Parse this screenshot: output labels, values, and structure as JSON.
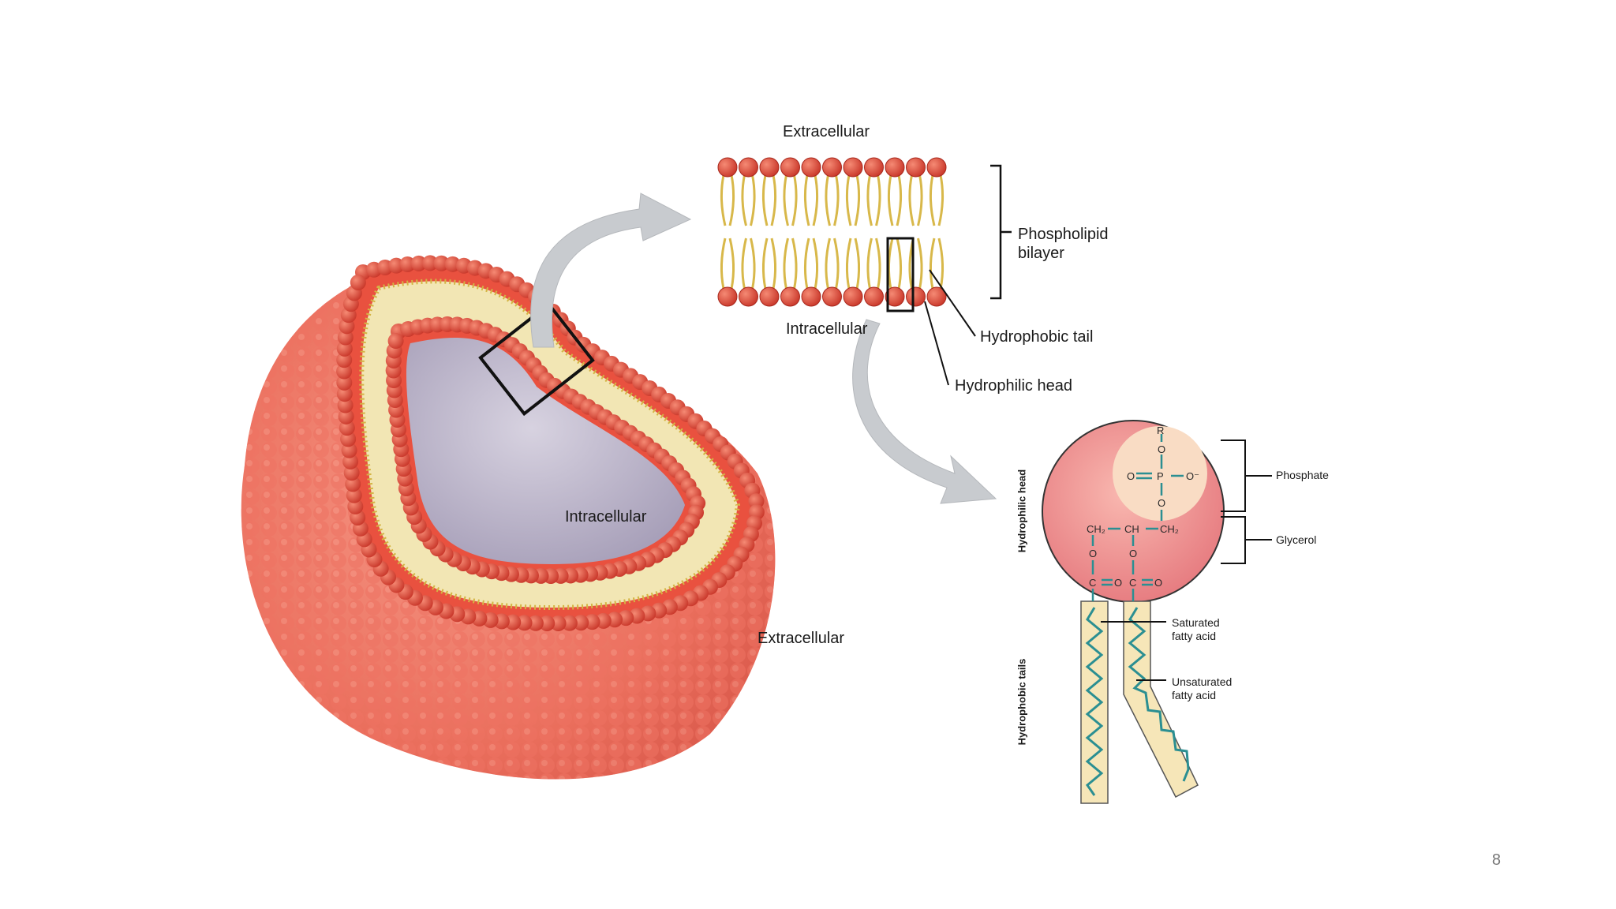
{
  "labels": {
    "extracellular_top": "Extracellular",
    "intracellular_bilayer": "Intracellular",
    "phospholipid_bilayer_line1": "Phospholipid",
    "phospholipid_bilayer_line2": "bilayer",
    "hydrophobic_tail": "Hydrophobic tail",
    "hydrophilic_head": "Hydrophilic head",
    "intracellular_cell": "Intracellular",
    "extracellular_cell": "Extracellular",
    "phosphate": "Phosphate",
    "glycerol": "Glycerol",
    "saturated_line1": "Saturated",
    "saturated_line2": "fatty acid",
    "unsaturated_line1": "Unsaturated",
    "unsaturated_line2": "fatty acid",
    "hydrophilic_head_vertical": "Hydrophilic head",
    "hydrophobic_tails_vertical": "Hydrophobic tails"
  },
  "chemistry": {
    "r": "R",
    "o": "O",
    "p": "P",
    "o_minus": "O⁻",
    "ch2": "CH₂",
    "ch": "CH",
    "c": "C"
  },
  "page_number": "8",
  "colors": {
    "head_red": "#e0483a",
    "cell_surface": "#f07a68",
    "tail_yellow": "#d8b84a",
    "interior_lavender": "#b9b2c8",
    "tail_box": "#f6e6b8",
    "phosphate_circle": "#f9dcc4",
    "chain_teal": "#2b8f92",
    "arrow_gray": "#c8cbcf"
  }
}
